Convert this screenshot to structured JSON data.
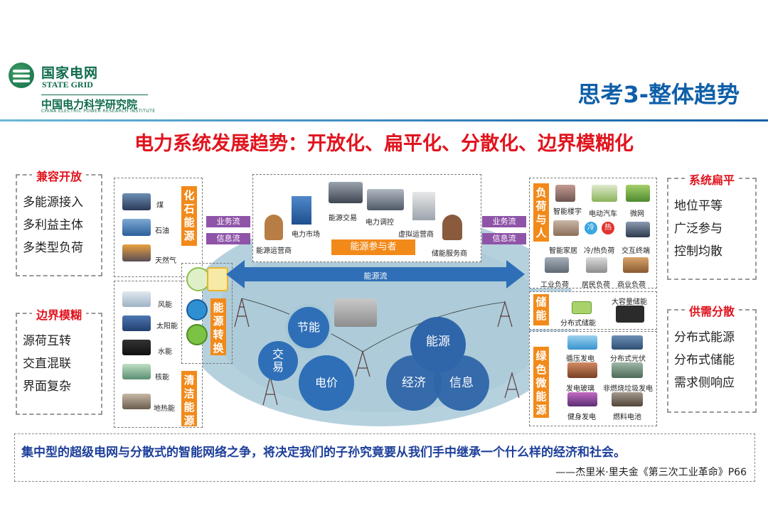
{
  "header": {
    "org_cn": "国家电网",
    "org_en": "STATE GRID",
    "inst_cn": "中国电力科学研究院",
    "inst_en": "CHINA ELECTRIC POWER RESEARCH INSTITUTE",
    "page_title": "思考3-整体趋势"
  },
  "main_title": "电力系统发展趋势：开放化、扁平化、分散化、边界模糊化",
  "left_boxes": [
    {
      "title": "兼容开放",
      "items": [
        "多能源接入",
        "多利益主体",
        "多类型负荷"
      ]
    },
    {
      "title": "边界模糊",
      "items": [
        "源荷互转",
        "交直混联",
        "界面复杂"
      ]
    }
  ],
  "right_boxes": [
    {
      "title": "系统扁平",
      "items": [
        "地位平等",
        "广泛参与",
        "控制均散"
      ]
    },
    {
      "title": "供需分散",
      "items": [
        "分布式能源",
        "分布式储能",
        "需求侧响应"
      ]
    }
  ],
  "diagram": {
    "fossil_tab": "化石能源",
    "fossil_items": [
      "煤",
      "石油",
      "天然气"
    ],
    "clean_tab": "清洁能源",
    "clean_items": [
      "风能",
      "太阳能",
      "水能",
      "核能",
      "地热能"
    ],
    "convert_tab": "能源转换",
    "flows": {
      "business": "业务流",
      "info": "信息流",
      "energy": "能源流"
    },
    "participants_label": "能源参与者",
    "participants": [
      "能源运营商",
      "电力市场",
      "能源交易",
      "电力调控",
      "虚拟运营商",
      "储能服务商"
    ],
    "load_tab": "负荷与人",
    "load_items": [
      "智能楼宇",
      "电动汽车",
      "微网",
      "智能家居",
      "冷/热负荷",
      "交互终端",
      "工业负荷",
      "居民负荷",
      "商业负荷"
    ],
    "cold_hot": [
      "冷",
      "热"
    ],
    "storage_tab": "储能",
    "storage_items": [
      "分布式储能",
      "大容量储能"
    ],
    "green_tab": "绿色微能源",
    "green_items": [
      "循压发电",
      "分布式光伏",
      "发电玻璃",
      "非燃烧垃圾发电",
      "健身发电",
      "燃料电池"
    ],
    "gears": [
      "节能",
      "交易",
      "电价"
    ],
    "circles": [
      "能源",
      "经济",
      "信息"
    ]
  },
  "quote": {
    "text": "集中型的超级电网与分散式的智能网络之争，将决定我们的子孙究竟要从我们手中继承一个什么样的经济和社会。",
    "citation": "——杰里米·里夫金《第三次工业革命》P66"
  }
}
